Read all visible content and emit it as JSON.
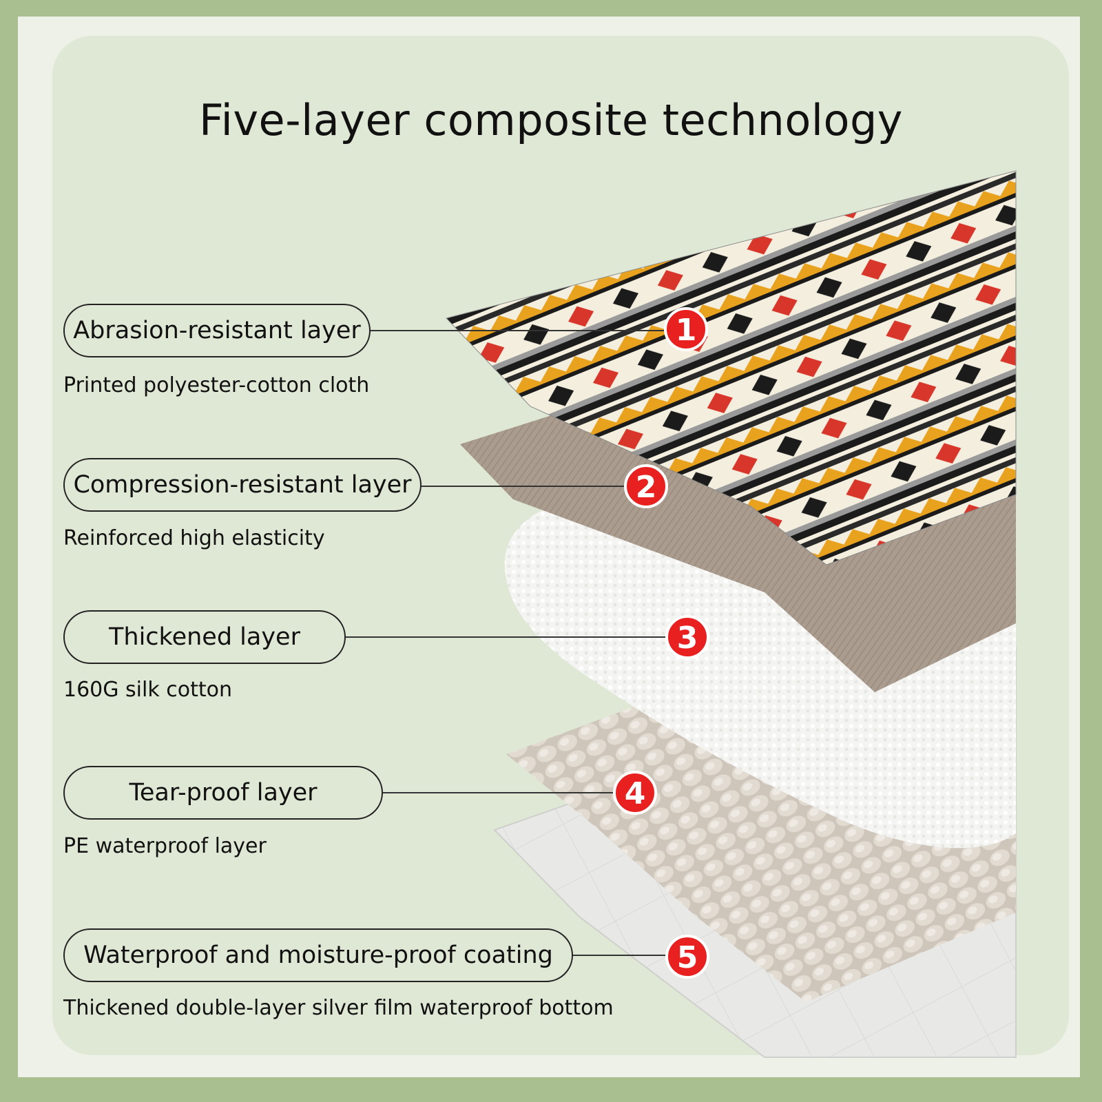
{
  "title": "Five-layer composite technology",
  "layers": [
    {
      "number": "1",
      "label": "Abrasion-resistant layer",
      "description": "Printed polyester-cotton cloth"
    },
    {
      "number": "2",
      "label": "Compression-resistant layer",
      "description": "Reinforced high elasticity"
    },
    {
      "number": "3",
      "label": "Thickened layer",
      "description": "160G silk cotton"
    },
    {
      "number": "4",
      "label": "Tear-proof layer",
      "description": "PE waterproof layer"
    },
    {
      "number": "5",
      "label": "Waterproof and moisture-proof coating",
      "description": "Thickened double-layer silver film waterproof bottom"
    }
  ],
  "colors": {
    "frame": "#a9bf8f",
    "panel": "#dfe8d4",
    "badge": "#e8201f",
    "pattern_accent_red": "#d8362a",
    "pattern_accent_orange": "#e9a21d",
    "pattern_dark": "#1b1b1b",
    "pattern_cream": "#f3eede",
    "backing_brown": "#a99a8c",
    "cotton_white": "#f5f5f3",
    "foam_beige": "#d9d2c8",
    "film_grey": "#e6e6e4"
  }
}
